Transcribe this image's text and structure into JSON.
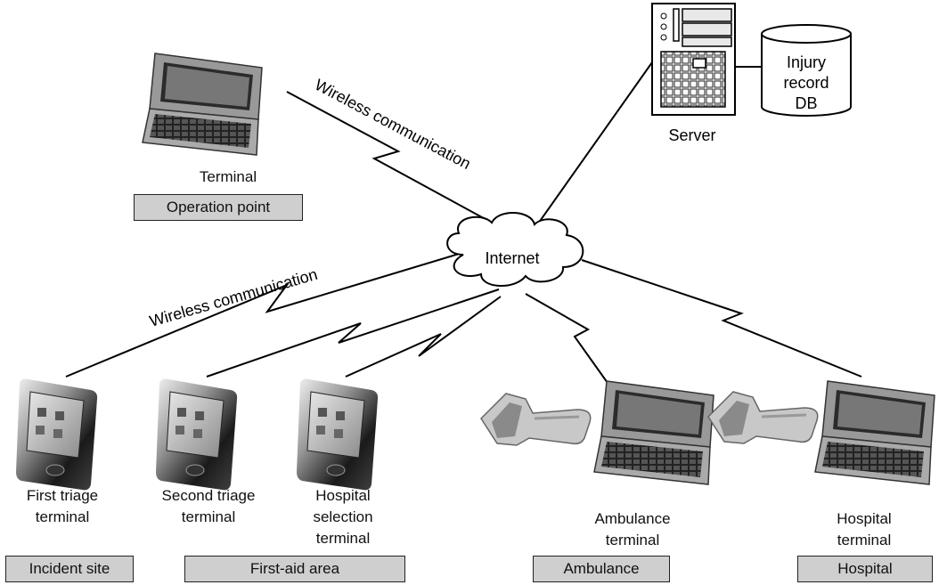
{
  "links": {
    "wireless_top": "Wireless communication",
    "wireless_left": "Wireless communication"
  },
  "network": {
    "internet": "Internet"
  },
  "server": {
    "label": "Server",
    "db": [
      "Injury",
      "record",
      "DB"
    ]
  },
  "terminal_top": {
    "label": "Terminal",
    "location": "Operation point"
  },
  "terminals": {
    "first_triage": [
      "First triage",
      "terminal"
    ],
    "second_triage": [
      "Second triage",
      "terminal"
    ],
    "hospital_selection": [
      "Hospital",
      "selection",
      "terminal"
    ],
    "ambulance": [
      "Ambulance",
      "terminal"
    ],
    "hospital": [
      "Hospital",
      "terminal"
    ]
  },
  "locations": {
    "incident_site": "Incident site",
    "first_aid_area": "First-aid area",
    "ambulance": "Ambulance",
    "hospital": "Hospital"
  },
  "icons": [
    "laptop-icon",
    "server-icon",
    "database-icon",
    "cloud-icon",
    "pda-icon",
    "barcode-scanner-icon",
    "lightning-link-icon"
  ]
}
